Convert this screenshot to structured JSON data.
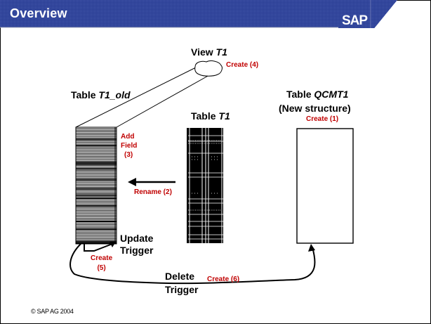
{
  "header": {
    "title": "Overview",
    "logo_text": "SAP",
    "brand_color": "#1f3a93"
  },
  "diagram": {
    "view": {
      "label_prefix": "View ",
      "label_name": "T1",
      "step": "Create (4)"
    },
    "table_old": {
      "label_prefix": "Table ",
      "label_name": "T1_old",
      "step_line1": "Add",
      "step_line2": "Field",
      "step_line3": "(3)"
    },
    "table_t1": {
      "label_prefix": "Table ",
      "label_name": "T1"
    },
    "table_new": {
      "label_prefix": "Table ",
      "label_name": "QCMT1",
      "label_line2": "(New structure)",
      "step": "Create (1)"
    },
    "rename": {
      "step": "Rename (2)"
    },
    "update_trigger": {
      "line1": "Update",
      "line2": "Trigger",
      "step_line1": "Create",
      "step_line2": "(5)"
    },
    "delete_trigger": {
      "line1": "Delete",
      "line2": "Trigger",
      "step": "Create (6)"
    },
    "accent_color": "#c00000"
  },
  "footer": {
    "copyright": "©  SAP AG 2004"
  }
}
